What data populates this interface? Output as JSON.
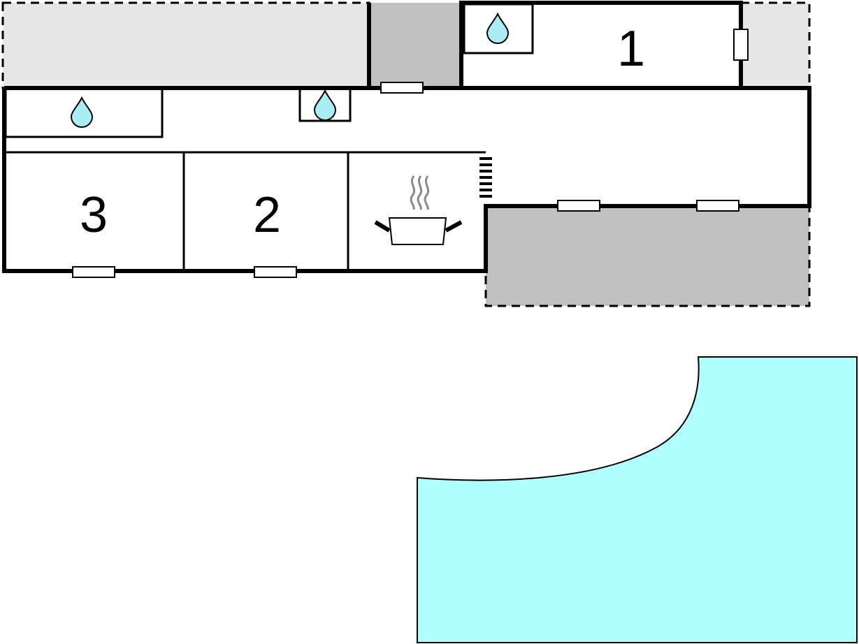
{
  "rooms": [
    {
      "number": "1"
    },
    {
      "number": "2"
    },
    {
      "number": "3"
    }
  ],
  "icons": {
    "bathroom": "water-drop-icon",
    "kitchen": "cooking-pot-icon",
    "window": "window-icon"
  },
  "colors": {
    "wall": "#000000",
    "terrace_light": "#e6e6e6",
    "terrace_dark": "#c0c0c0",
    "water_drop": "#a8eef4",
    "pool": "#b0ffff",
    "steam": "#8a8a8a",
    "background": "#ffffff"
  }
}
